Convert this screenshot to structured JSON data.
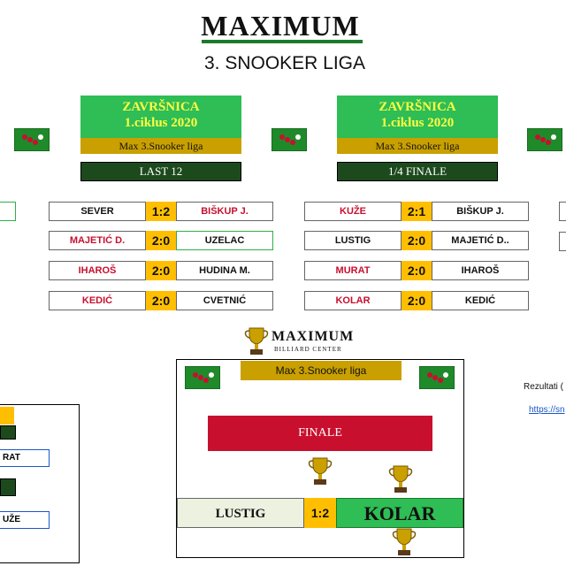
{
  "header": {
    "logo_text": "MAXIMUM",
    "subtitle": "3. SNOOKER LIGA"
  },
  "panels": {
    "left": {
      "title": "ZAVRŠNICA",
      "cycle": "1.ciklus 2020",
      "league": "Max 3.Snooker liga",
      "round": "LAST 12"
    },
    "right": {
      "title": "ZAVRŠNICA",
      "cycle": "1.ciklus 2020",
      "league": "Max 3.Snooker liga",
      "round": "1/4 FINALE"
    }
  },
  "last12": [
    {
      "p1": "SEVER",
      "score": "1:2",
      "p2": "BIŠKUP J."
    },
    {
      "p1": "MAJETIĆ D.",
      "score": "2:0",
      "p2": "UZELAC"
    },
    {
      "p1": "IHAROŠ",
      "score": "2:0",
      "p2": "HUDINA M."
    },
    {
      "p1": "KEDIĆ",
      "score": "2:0",
      "p2": "CVETNIĆ"
    }
  ],
  "quarter": [
    {
      "p1": "KUŽE",
      "score": "2:1",
      "p2": "BIŠKUP J."
    },
    {
      "p1": "LUSTIG",
      "score": "2:0",
      "p2": "MAJETIĆ D.."
    },
    {
      "p1": "MURAT",
      "score": "2:0",
      "p2": "IHAROŠ"
    },
    {
      "p1": "KOLAR",
      "score": "2:0",
      "p2": "KEDIĆ"
    }
  ],
  "center_logo": {
    "text": "MAXIMUM",
    "sub": "BILLIARD CENTER"
  },
  "final": {
    "league": "Max 3.Snooker liga",
    "label": "FINALE",
    "p1": "LUSTIG",
    "score": "1:2",
    "p2": "KOLAR"
  },
  "left_fragments": {
    "murat": "RAT",
    "kuze": "UŽE"
  },
  "right_notes": {
    "results": "Rezultati (",
    "link": "https://sn"
  },
  "colors": {
    "gold": "#ffbf00",
    "red": "#c8102e",
    "dark_green": "#1d4a1d",
    "green": "#2fbd55"
  }
}
